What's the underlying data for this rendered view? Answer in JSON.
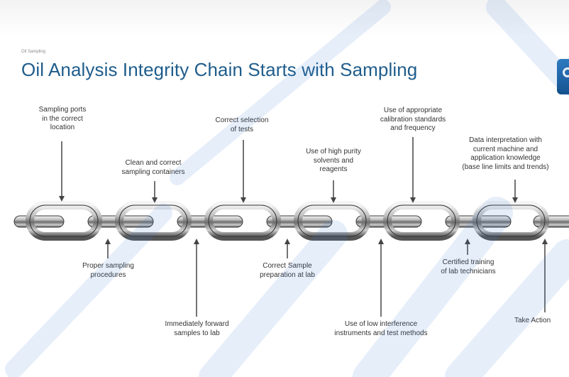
{
  "slide": {
    "breadcrumb": "Oil Sampling",
    "title": "Oil Analysis Integrity Chain Starts with Sampling"
  },
  "top_labels": [
    {
      "text": "Sampling ports\nin the correct\nlocation"
    },
    {
      "text": "Clean and correct\nsampling containers"
    },
    {
      "text": "Correct selection\nof tests"
    },
    {
      "text": "Use of high purity\nsolvents and\nreagents"
    },
    {
      "text": "Use of appropriate\ncalibration standards\nand frequency"
    },
    {
      "text": "Data interpretation with\ncurrent machine and\napplication knowledge\n(base line limits and trends)"
    }
  ],
  "bottom_labels": [
    {
      "text": "Proper sampling\nprocedures"
    },
    {
      "text": "Immediately forward\nsamples to lab"
    },
    {
      "text": "Correct Sample\npreparation at lab"
    },
    {
      "text": "Use of low interference\ninstruments and test methods"
    },
    {
      "text": "Certified training\nof lab technicians"
    },
    {
      "text": "Take Action"
    }
  ],
  "colors": {
    "title": "#1f5d8c",
    "chain_metal": "#8f8f8f",
    "arrow": "#444444",
    "watermark": "#3c78dc"
  }
}
